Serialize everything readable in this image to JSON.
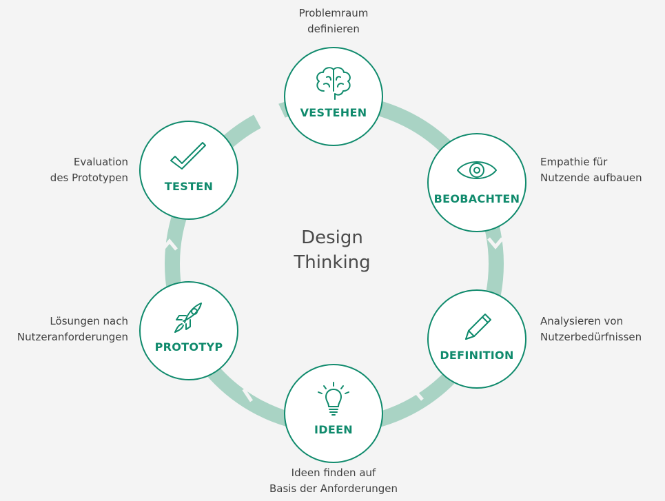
{
  "title": {
    "line1": "Design",
    "line2": "Thinking"
  },
  "colors": {
    "accent": "#0f8a6c",
    "ring": "#a9d3c4",
    "background": "#f4f4f4",
    "text": "#3f3f3f"
  },
  "steps": [
    {
      "label": "VESTEHEN",
      "icon": "brain-icon",
      "desc": [
        "Problemraum",
        "definieren"
      ]
    },
    {
      "label": "BEOBACHTEN",
      "icon": "eye-icon",
      "desc": [
        "Empathie für",
        "Nutzende aufbauen"
      ]
    },
    {
      "label": "DEFINITION",
      "icon": "pencil-icon",
      "desc": [
        "Analysieren von",
        "Nutzerbedürfnissen"
      ]
    },
    {
      "label": "IDEEN",
      "icon": "lightbulb-icon",
      "desc": [
        "Ideen finden auf",
        "Basis der Anforderungen"
      ]
    },
    {
      "label": "PROTOTYP",
      "icon": "rocket-icon",
      "desc": [
        "Lösungen nach",
        "Nutzeranforderungen"
      ]
    },
    {
      "label": "TESTEN",
      "icon": "checkmark-icon",
      "desc": [
        "Evaluation",
        "des Prototypen"
      ]
    }
  ]
}
